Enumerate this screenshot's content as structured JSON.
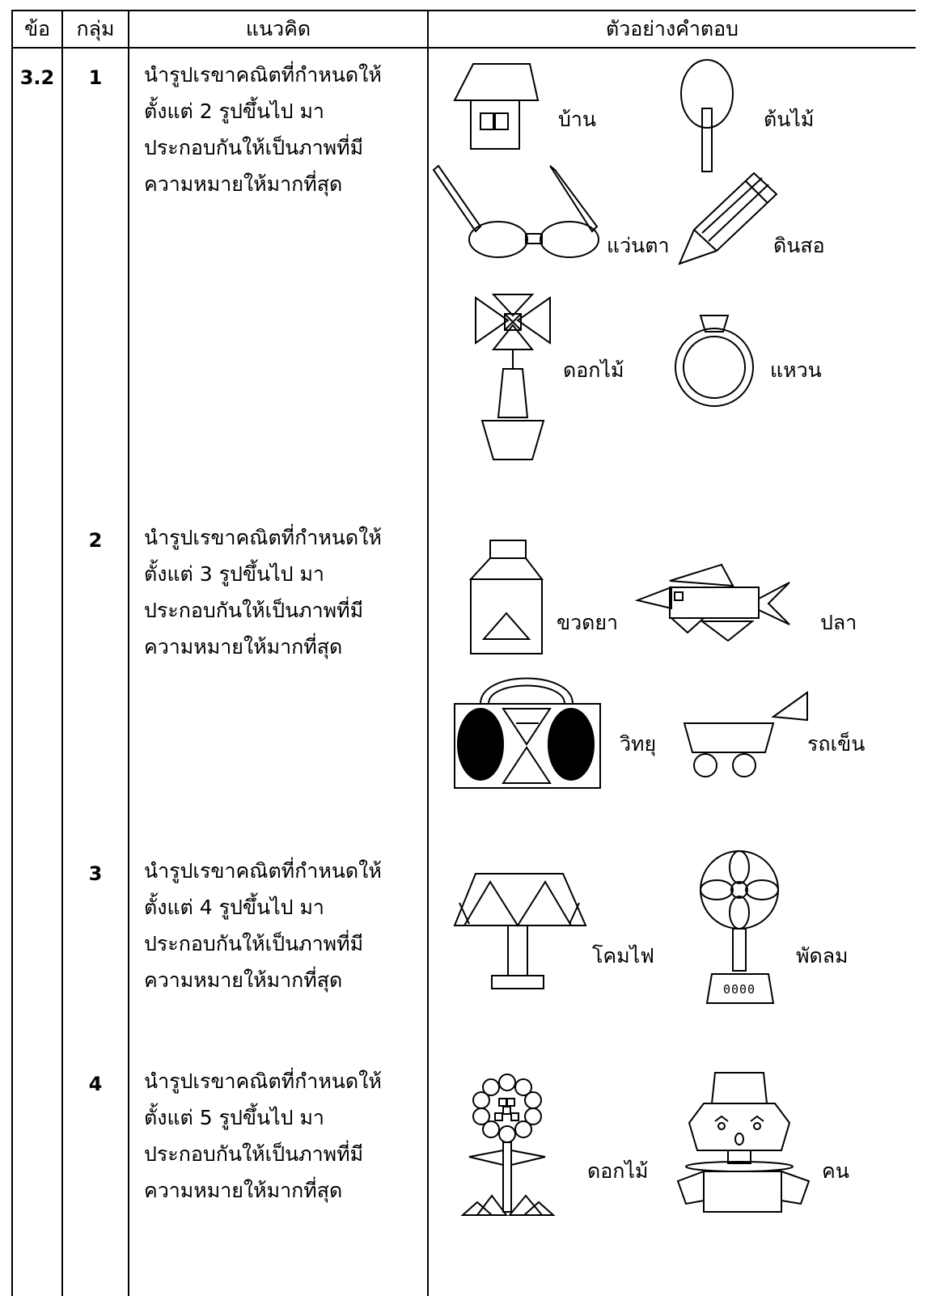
{
  "table": {
    "headers": [
      "ข้อ",
      "กลุ่ม",
      "แนวคิด",
      "ตัวอย่างคำตอบ"
    ],
    "item_number": "3.2",
    "rows": [
      {
        "group": "1",
        "concept": "นำรูปเรขาคณิตที่กำหนดให้\nตั้งแต่ 2 รูปขึ้นไป มา\nประกอบกันให้เป็นภาพที่มี\nความหมายให้มากที่สุด",
        "labels": [
          "บ้าน",
          "ต้นไม้",
          "แว่นตา",
          "ดินสอ",
          "ดอกไม้",
          "แหวน"
        ]
      },
      {
        "group": "2",
        "concept": "นำรูปเรขาคณิตที่กำหนดให้\nตั้งแต่ 3 รูปขึ้นไป มา\nประกอบกันให้เป็นภาพที่มี\nความหมายให้มากที่สุด",
        "labels": [
          "ขวดยา",
          "ปลา",
          "วิทยุ",
          "รถเข็น"
        ]
      },
      {
        "group": "3",
        "concept": "นำรูปเรขาคณิตที่กำหนดให้\nตั้งแต่ 4 รูปขึ้นไป มา\nประกอบกันให้เป็นภาพที่มี\nความหมายให้มากที่สุด",
        "labels": [
          "โคมไฟ",
          "พัดลม"
        ],
        "fan_base_text": "0000"
      },
      {
        "group": "4",
        "concept": "นำรูปเรขาคณิตที่กำหนดให้\nตั้งแต่ 5 รูปขึ้นไป มา\nประกอบกันให้เป็นภาพที่มี\nความหมายให้มากที่สุด",
        "labels": [
          "ดอกไม้",
          "คน"
        ]
      }
    ]
  }
}
